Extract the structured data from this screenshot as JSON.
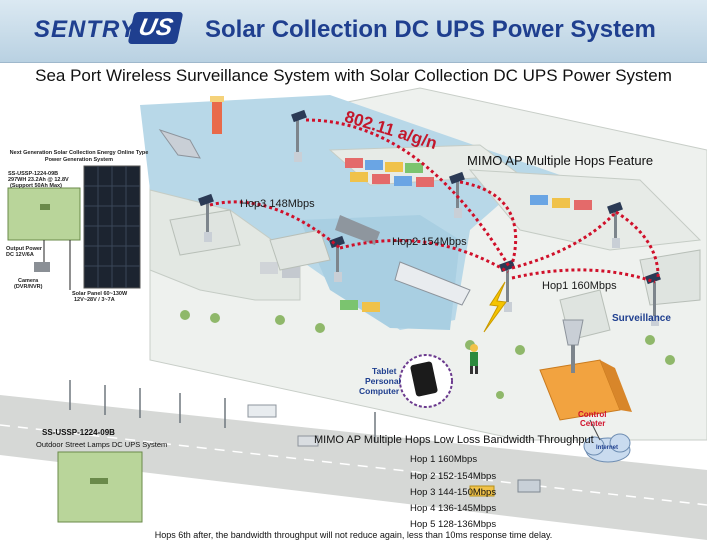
{
  "header": {
    "brand_primary": "SENTRY",
    "brand_secondary": "US",
    "title": "Solar Collection DC UPS Power System"
  },
  "subtitle": "Sea Port Wireless Surveillance System with Solar Collection DC UPS Power System",
  "wireless_standard": "802.11 a/g/n",
  "feature_label": "MIMO AP Multiple Hops Feature",
  "hop_links": [
    {
      "label": "Hop3 148Mbps"
    },
    {
      "label": "Hop2 154Mbps"
    },
    {
      "label": "Hop1 160Mbps"
    }
  ],
  "map_labels": {
    "surveillance": "Surveillance",
    "tablet": "Tablet",
    "personal": "Personal",
    "computer": "Computer",
    "control": "Control",
    "center": "Center",
    "internet": "Internet"
  },
  "solar_unit": {
    "heading_line1": "Next Generation Solar Collection Energy Online Type",
    "heading_line2": "Power Generation System",
    "model": "SS-USSP-1224-09B",
    "battery_line1": "297WH 23.2Ah @ 12.8V",
    "battery_line2": "(Support 50Ah Max)",
    "output_line1": "Output Power",
    "output_line2": "DC 12V/6A",
    "camera_line1": "Camera",
    "camera_line2": "(DVR/NVR)",
    "panel_line1": "Solar Panel 60~130W",
    "panel_line2": "12V~28V / 3~7A"
  },
  "street_lamp_unit": {
    "model": "SS-USSP-1224-09B",
    "name": "Outdoor Street Lamps DC UPS System"
  },
  "bandwidth": {
    "title": "MIMO AP Multiple Hops Low Loss Bandwidth Throughput",
    "rows": [
      "Hop 1 160Mbps",
      "Hop 2 152-154Mbps",
      "Hop 3 144-150Mbps",
      "Hop 4 136-145Mbps",
      "Hop 5 128-136Mbps"
    ]
  },
  "footnote": "Hops 6th after, the bandwidth throughput will not reduce again, less than 10ms response time delay.",
  "colors": {
    "brand_blue": "#1f3f8f",
    "link_red": "#d0102a",
    "water": "#b8d8e8",
    "land": "#eef1ee",
    "road": "#d6d8d6"
  }
}
